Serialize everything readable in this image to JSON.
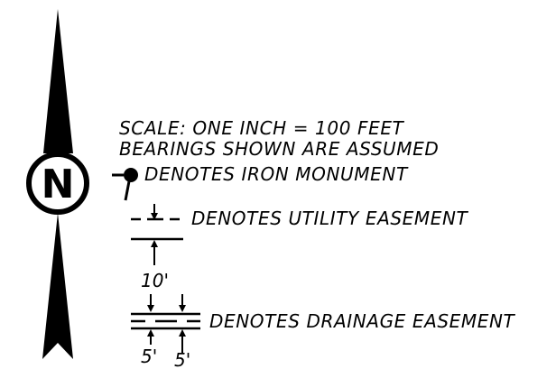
{
  "north_arrow": {
    "letter": "N"
  },
  "legend": {
    "scale": "SCALE: ONE INCH = 100 FEET",
    "bearings": "BEARINGS SHOWN ARE ASSUMED",
    "iron_monument": "DENOTES IRON MONUMENT",
    "utility_easement": "DENOTES UTILITY EASEMENT",
    "drainage_easement": "DENOTES DRAINAGE EASEMENT"
  },
  "dimensions": {
    "utility_width": "10'",
    "drainage_width_left": "5'",
    "drainage_width_right": "5'"
  },
  "colors": {
    "ink": "#000000",
    "paper": "#ffffff"
  }
}
